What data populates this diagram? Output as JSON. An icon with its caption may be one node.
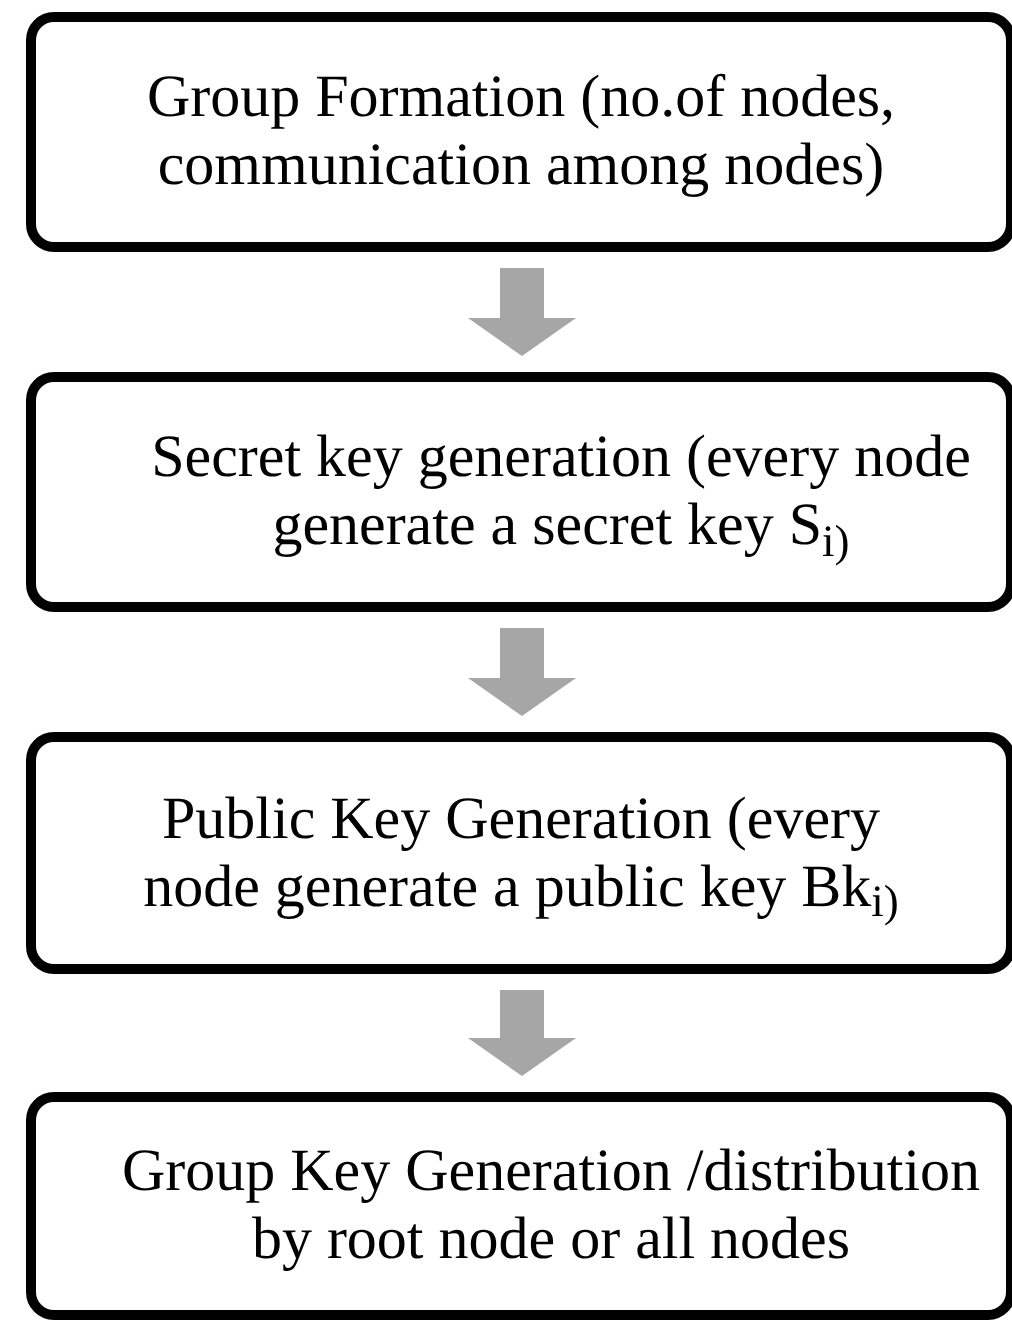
{
  "diagram": {
    "nodes": [
      {
        "text": [
          "Group Formation (no.of nodes, communication among nodes)"
        ]
      },
      {
        "text": [
          "Secret key generation (every node generate a secret key S$_{i)}$"
        ]
      },
      {
        "text": [
          "Public Key Generation (every node generate a public key Bk$_{i)}$"
        ]
      },
      {
        "text": [
          "Group Key Generation /distribution by root node or all nodes"
        ]
      }
    ],
    "edges": [
      {
        "from": 0,
        "to": 1,
        "arrow": "to"
      },
      {
        "from": 1,
        "to": 2,
        "arrow": "to"
      },
      {
        "from": 2,
        "to": 3,
        "arrow": "to"
      }
    ]
  }
}
